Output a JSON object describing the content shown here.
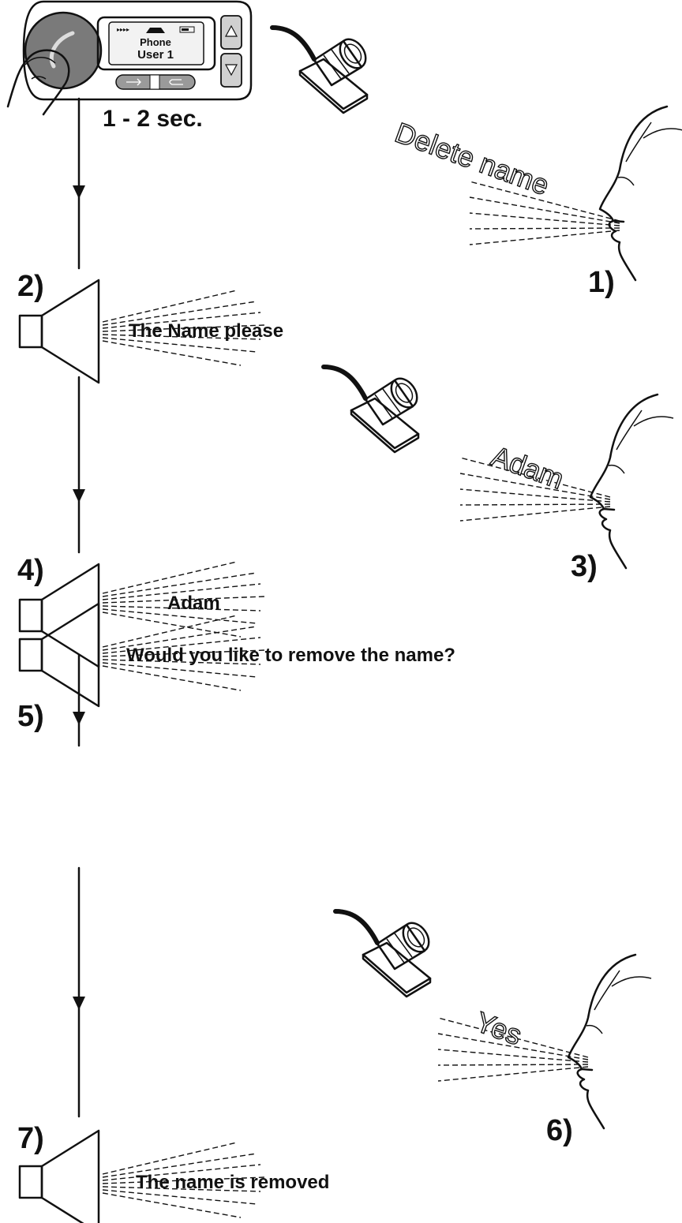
{
  "device": {
    "screen_line1": "Phone",
    "screen_line2": "User 1",
    "hold_time": "1 - 2 sec."
  },
  "steps": [
    {
      "number": "1)",
      "kind": "user",
      "speech": "Delete name"
    },
    {
      "number": "2)",
      "kind": "device",
      "prompt": "The Name please"
    },
    {
      "number": "3)",
      "kind": "user",
      "speech": "Adam"
    },
    {
      "number": "4)",
      "kind": "device",
      "prompt": "Adam"
    },
    {
      "number": "5)",
      "kind": "device",
      "prompt": "Would you like to remove the name?"
    },
    {
      "number": "6)",
      "kind": "user",
      "speech": "Yes"
    },
    {
      "number": "7)",
      "kind": "device",
      "prompt": "The name is removed"
    }
  ],
  "icons": [
    "phone-device-icon",
    "finger-icon",
    "microphone-icon",
    "speaker-icon",
    "face-profile-icon",
    "arrow-down-icon"
  ],
  "colors": {
    "line": "#111111",
    "device_button": "#7a7a7a",
    "screen": "#f2f2f2",
    "background": "#ffffff"
  }
}
